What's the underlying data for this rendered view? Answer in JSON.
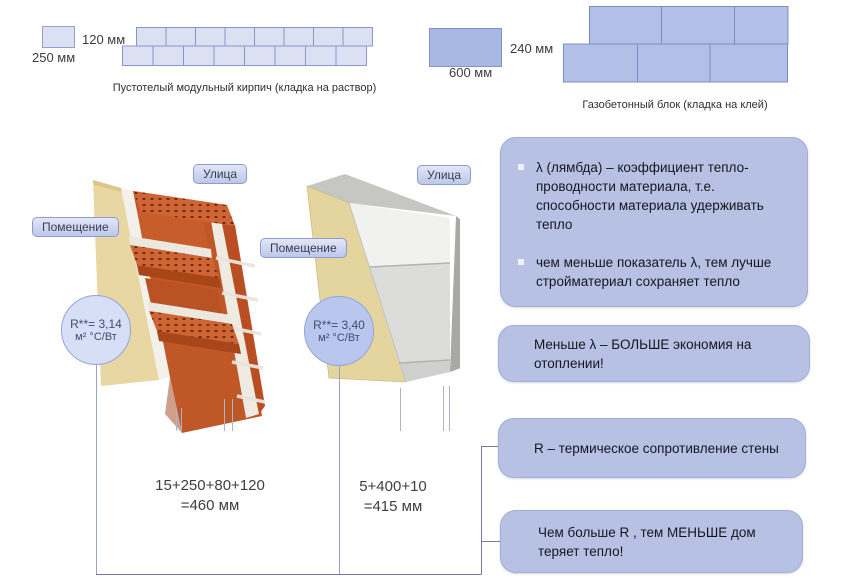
{
  "legend": {
    "brick": {
      "side_label": "120 мм",
      "bottom_label": "250 мм",
      "caption": "Пустотелый модульный кирпич (кладка на раствор)"
    },
    "block": {
      "side_label": "240 мм",
      "bottom_label": "600 мм",
      "caption": "Газобетонный блок (кладка на клей)"
    }
  },
  "walls": {
    "brick_wall": {
      "street_label": "Улица",
      "room_label": "Помещение",
      "r_value_line1": "R**= 3,14",
      "r_value_line2": "м² °С/Вт",
      "dimension_line1": "15+250+80+120",
      "dimension_line2": "=460 мм"
    },
    "block_wall": {
      "street_label": "Улица",
      "room_label": "Помещение",
      "r_value_line1": "R**= 3,40",
      "r_value_line2": "м² °С/Вт",
      "dimension_line1": "5+400+10",
      "dimension_line2": "=415 мм"
    }
  },
  "info_boxes": {
    "lambda_box": {
      "bullets": [
        "λ (лямбда) – коэффициент тепло-проводности материала, т.е. способности материала удерживать тепло",
        "чем меньше показатель λ, тем лучше стройматериал сохраняет тепло"
      ]
    },
    "lambda_conclusion": "Меньше λ – БОЛЬШЕ экономия на отоплении!",
    "r_definition": "R – термическое сопротивление стены",
    "r_conclusion": "Чем больше R , тем МЕНЬШЕ дом теряет тепло!"
  },
  "colors": {
    "info_box_fill": "#b7c1e4",
    "brick_sample_fill": "#dbe1f3",
    "block_sample_fill": "#a9b7e3",
    "brick_orange": "#c05727",
    "plaster_beige": "#e8d7a2",
    "block_gray": "#dcdcda",
    "connector_line": "#98a3c0"
  }
}
